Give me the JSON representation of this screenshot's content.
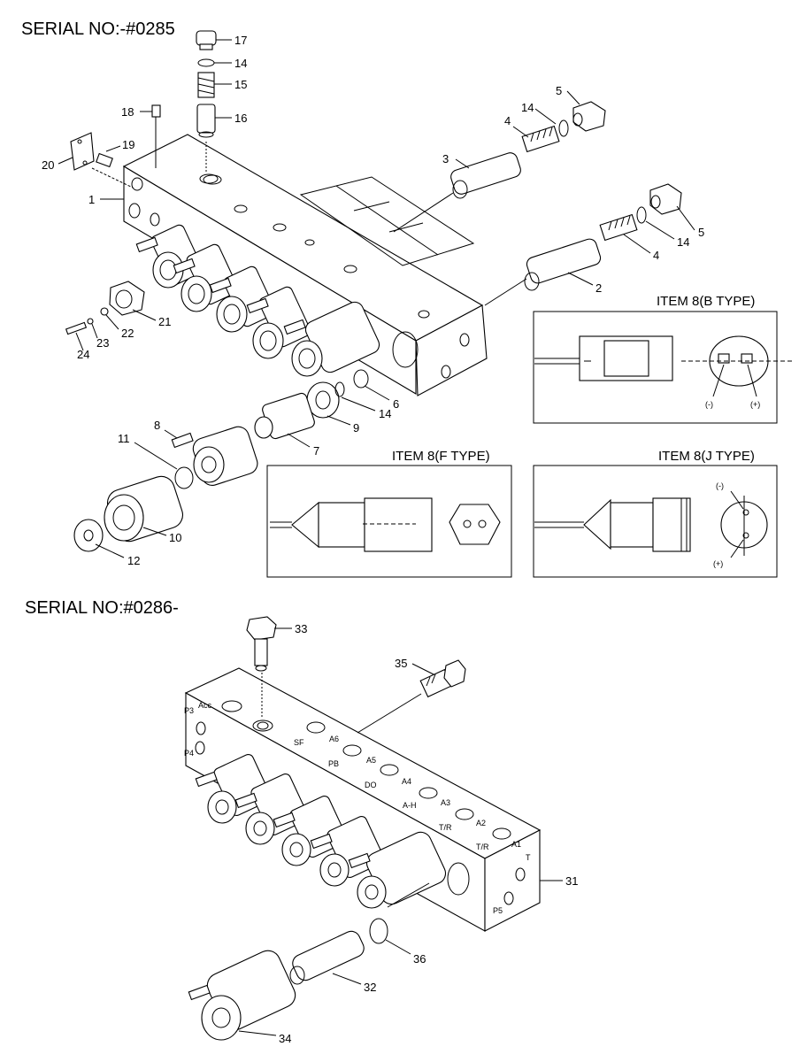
{
  "headings": {
    "serial_1": "SERIAL NO:-#0285",
    "serial_2": "SERIAL NO:#0286-"
  },
  "insets": {
    "b_type": {
      "title": "ITEM 8(B  TYPE)",
      "minus": "(-)",
      "plus": "(+)"
    },
    "f_type": {
      "title": "ITEM 8(F  TYPE)"
    },
    "j_type": {
      "title": "ITEM 8(J  TYPE)",
      "minus": "(-)",
      "plus": "(+)"
    }
  },
  "callouts": {
    "c1": "1",
    "c2": "2",
    "c3": "3",
    "c4a": "4",
    "c4b": "4",
    "c5a": "5",
    "c5b": "5",
    "c6": "6",
    "c7": "7",
    "c8": "8",
    "c9": "9",
    "c10": "10",
    "c11": "11",
    "c12": "12",
    "c14a": "14",
    "c14b": "14",
    "c14c": "14",
    "c14d": "14",
    "c15": "15",
    "c16": "16",
    "c17": "17",
    "c18": "18",
    "c19": "19",
    "c20": "20",
    "c21": "21",
    "c22": "22",
    "c23": "23",
    "c24": "24",
    "c31": "31",
    "c32": "32",
    "c33": "33",
    "c34": "34",
    "c35": "35",
    "c36": "36"
  },
  "port_marks": {
    "acc": "Acc",
    "p3": "P3",
    "p4": "P4",
    "sf": "SF",
    "a6": "A6",
    "pb": "PB",
    "a5": "A5",
    "do": "DO",
    "a4": "A4",
    "ah": "A-H",
    "a3": "A3",
    "tr1": "T/R",
    "a2": "A2",
    "tr2": "T/R",
    "a1": "A1",
    "t": "T",
    "p5": "P5"
  }
}
